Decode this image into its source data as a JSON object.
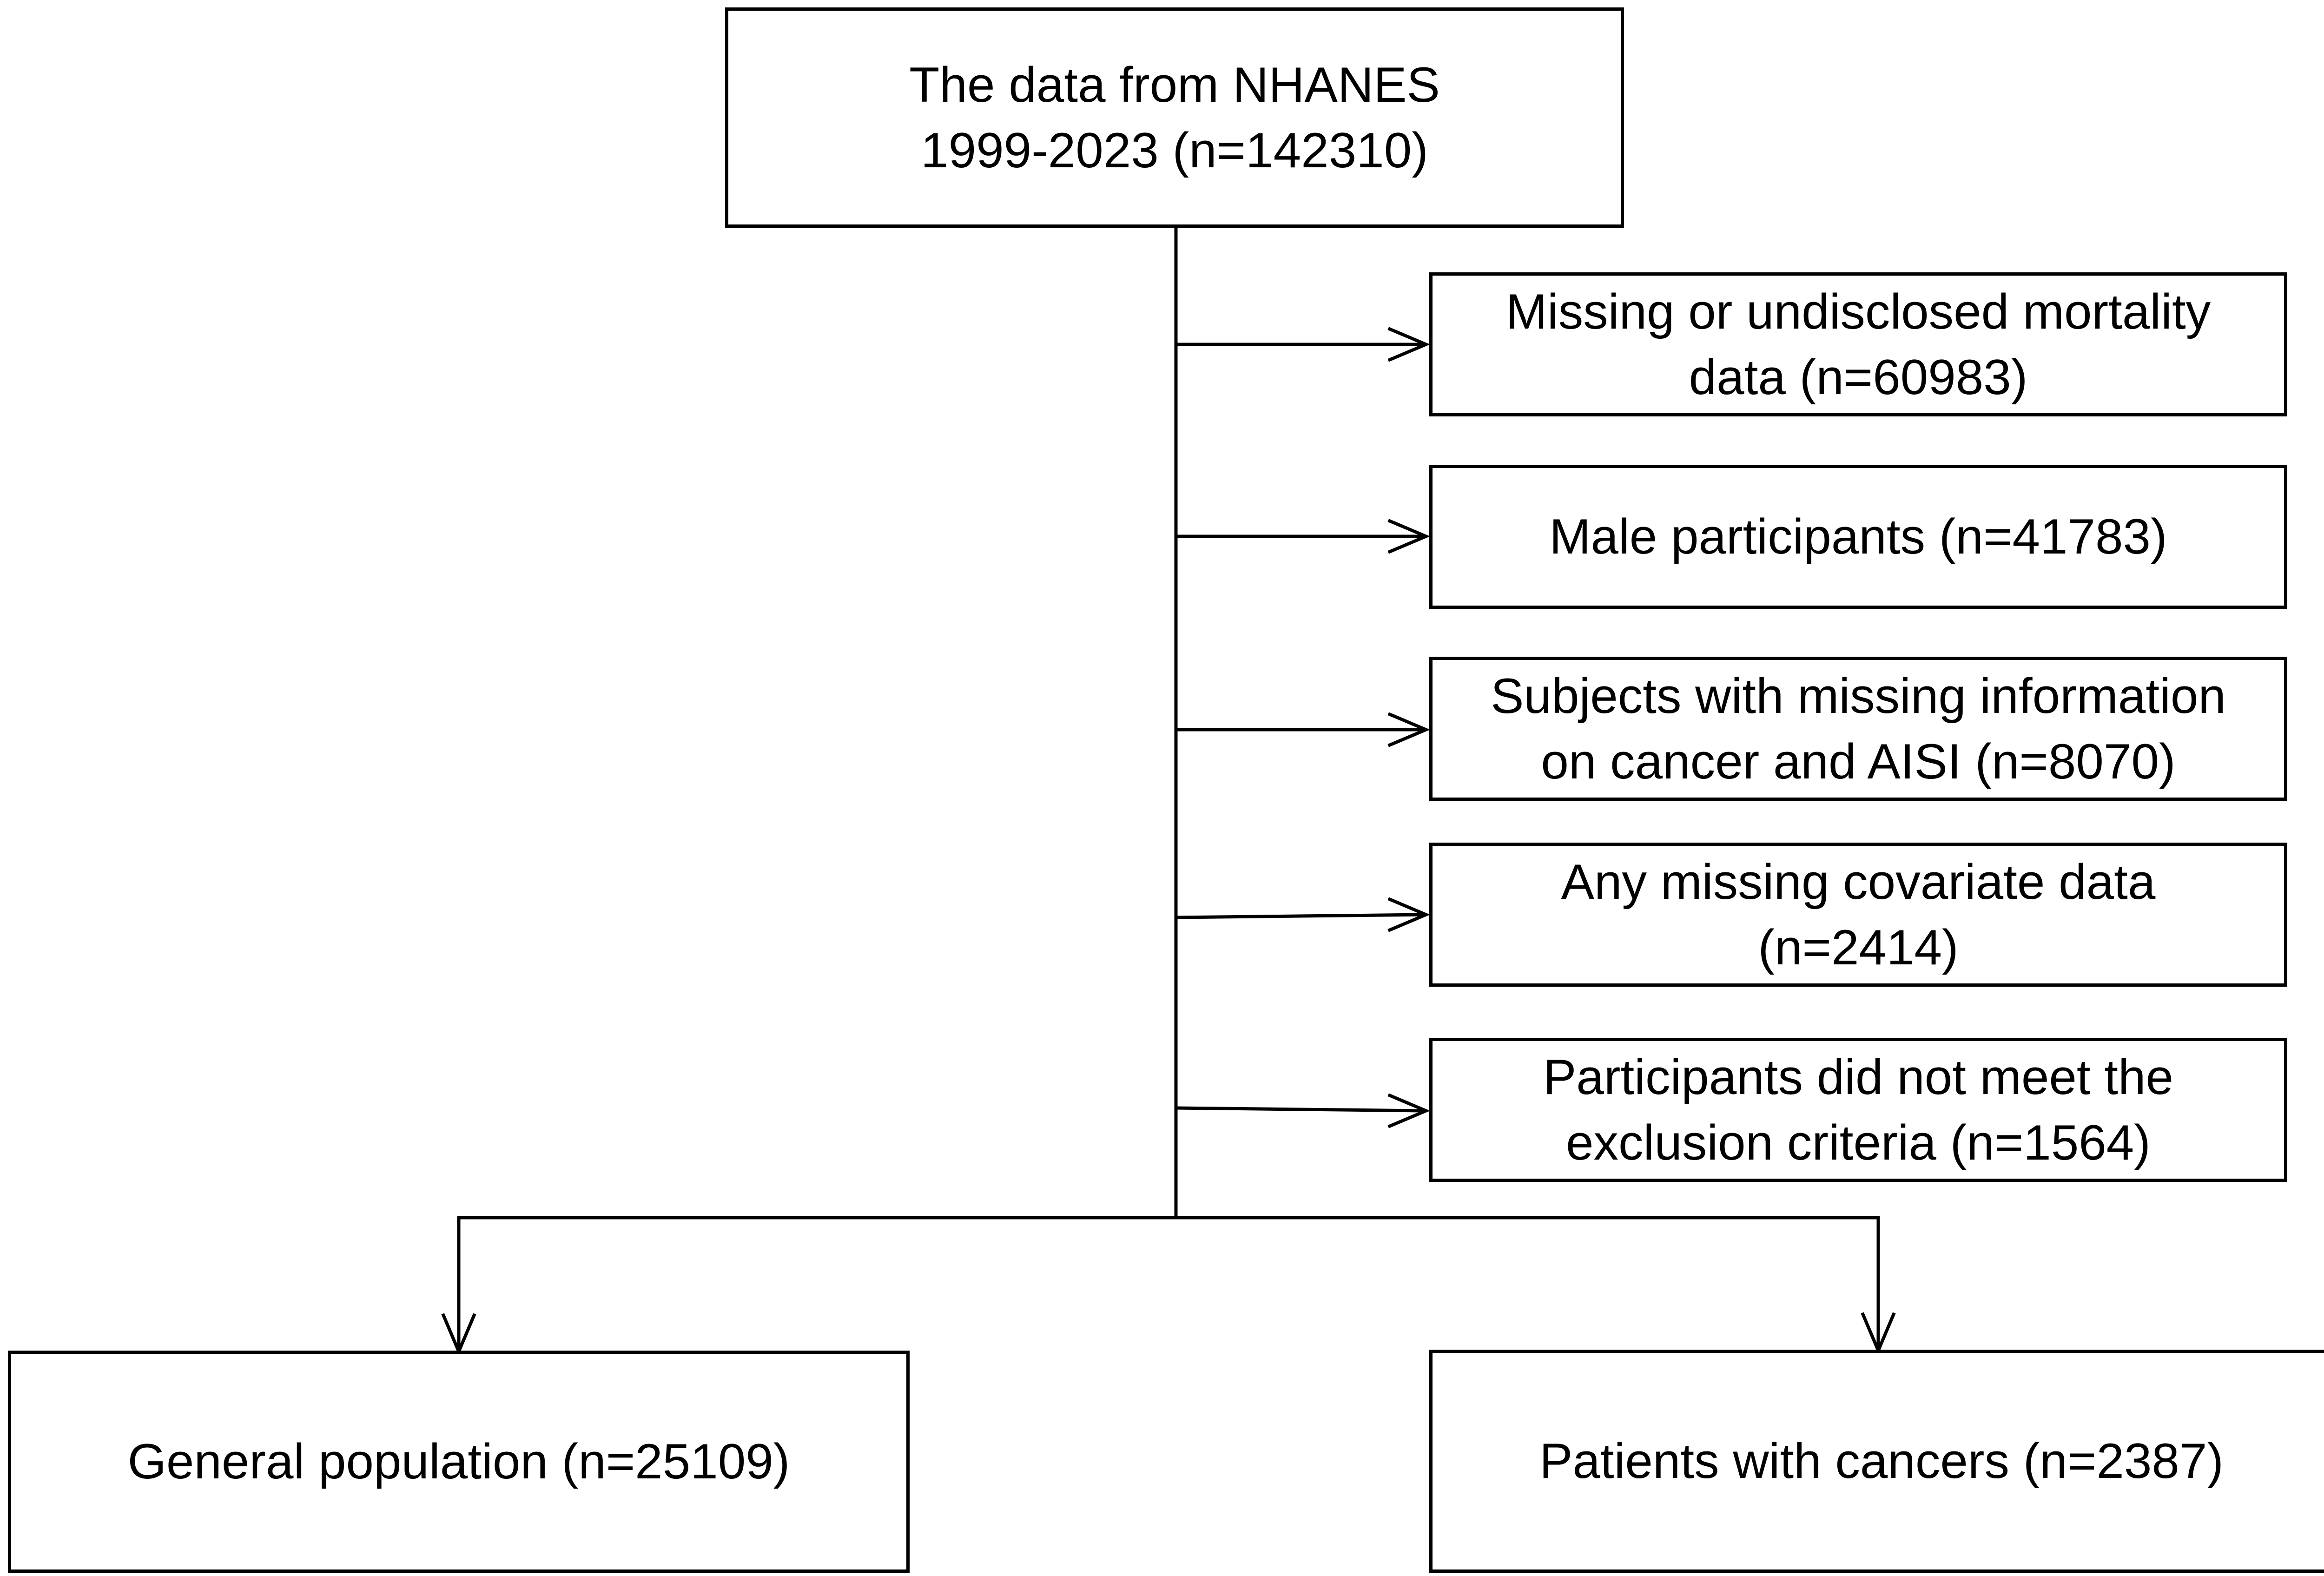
{
  "source_box": {
    "line1": "The data from NHANES",
    "line2": "1999-2023  (n=142310)"
  },
  "exclusions": [
    {
      "line1": "Missing or undisclosed mortality",
      "line2": "data  (n=60983)"
    },
    {
      "line1": "Male participants  (n=41783)",
      "line2": ""
    },
    {
      "line1": "Subjects with missing information",
      "line2": "on cancer and AISI  (n=8070)"
    },
    {
      "line1": "Any missing covariate data",
      "line2": "(n=2414)"
    },
    {
      "line1": "Participants did not meet the",
      "line2": "exclusion criteria  (n=1564)"
    }
  ],
  "outcomes": {
    "general": "General population  (n=25109)",
    "cancer": "Patients with cancers  (n=2387)"
  },
  "colors": {
    "line": "#000000",
    "box_border": "#000000",
    "background": "#ffffff"
  }
}
